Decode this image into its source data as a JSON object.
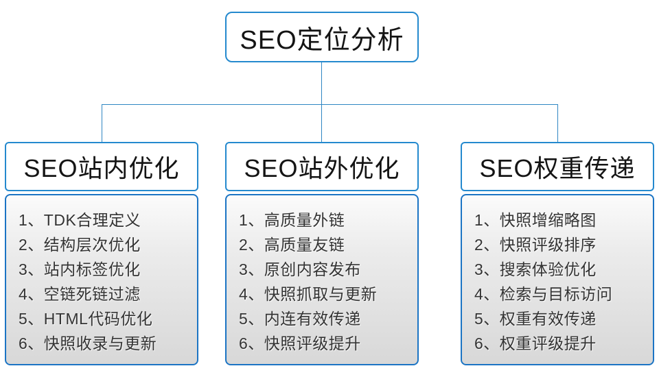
{
  "diagram": {
    "root": {
      "label": "SEO定位分析"
    },
    "columns": [
      {
        "title": "SEO站内优化",
        "items": [
          "1、TDK合理定义",
          "2、结构层次优化",
          "3、站内标签优化",
          "4、空链死链过滤",
          "5、HTML代码优化",
          "6、快照收录与更新"
        ]
      },
      {
        "title": "SEO站外优化",
        "items": [
          "1、高质量外链",
          "2、高质量友链",
          "3、原创内容发布",
          "4、快照抓取与更新",
          "5、内连有效传递",
          "6、快照评级提升"
        ]
      },
      {
        "title": "SEO权重传递",
        "items": [
          "1、快照增缩略图",
          "2、快照评级排序",
          "3、搜索体验优化",
          "4、检索与目标访问",
          "5、权重有效传递",
          "6、权重评级提升"
        ]
      }
    ],
    "colors": {
      "node_border_blue": "#2489ce",
      "body_border_blue": "#1b74c4",
      "connector_blue": "#2e86c3",
      "body_gradient_top": "#fbfbfb",
      "body_gradient_bottom": "#d8d8d8",
      "text_dark": "#141414",
      "item_text": "#333333",
      "background": "#ffffff"
    }
  }
}
